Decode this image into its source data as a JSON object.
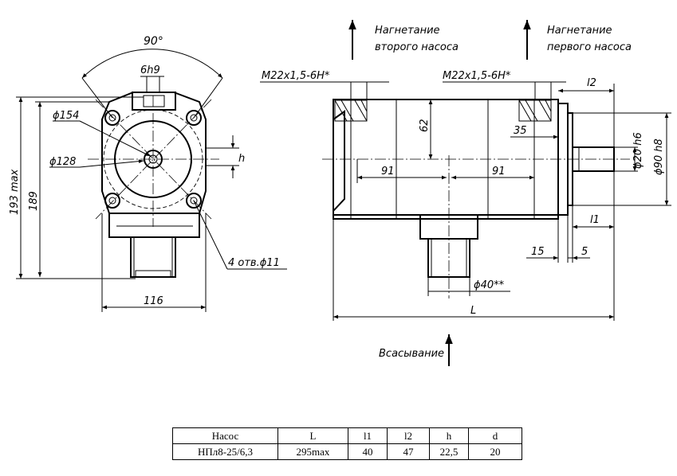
{
  "labels": {
    "angle": "90°",
    "key": "6h9",
    "d154": "ϕ154",
    "d128": "ϕ128",
    "h": "h",
    "holes": "4 отв.ϕ11",
    "w116": "116",
    "h193": "193 max",
    "h189": "189",
    "port1": "M22x1,5-6H*",
    "port2": "M22x1,5-6H*",
    "dim62": "62",
    "dim91a": "91",
    "dim91b": "91",
    "dim35": "35",
    "shaft": "ϕ20 h6",
    "flange": "ϕ90 h8",
    "l1": "l1",
    "l2": "l2",
    "dim15": "15",
    "dim5": "5",
    "d40": "ϕ40**",
    "L": "L",
    "press2_line1": "Нагнетание",
    "press2_line2": "второго насоса",
    "press1_line1": "Нагнетание",
    "press1_line2": "первого насоса",
    "suction": "Всасывание"
  },
  "table": {
    "headers": [
      "Насос",
      "L",
      "l1",
      "l2",
      "h",
      "d"
    ],
    "row": [
      "НПл8-25/6,3",
      "295max",
      "40",
      "47",
      "22,5",
      "20"
    ]
  }
}
